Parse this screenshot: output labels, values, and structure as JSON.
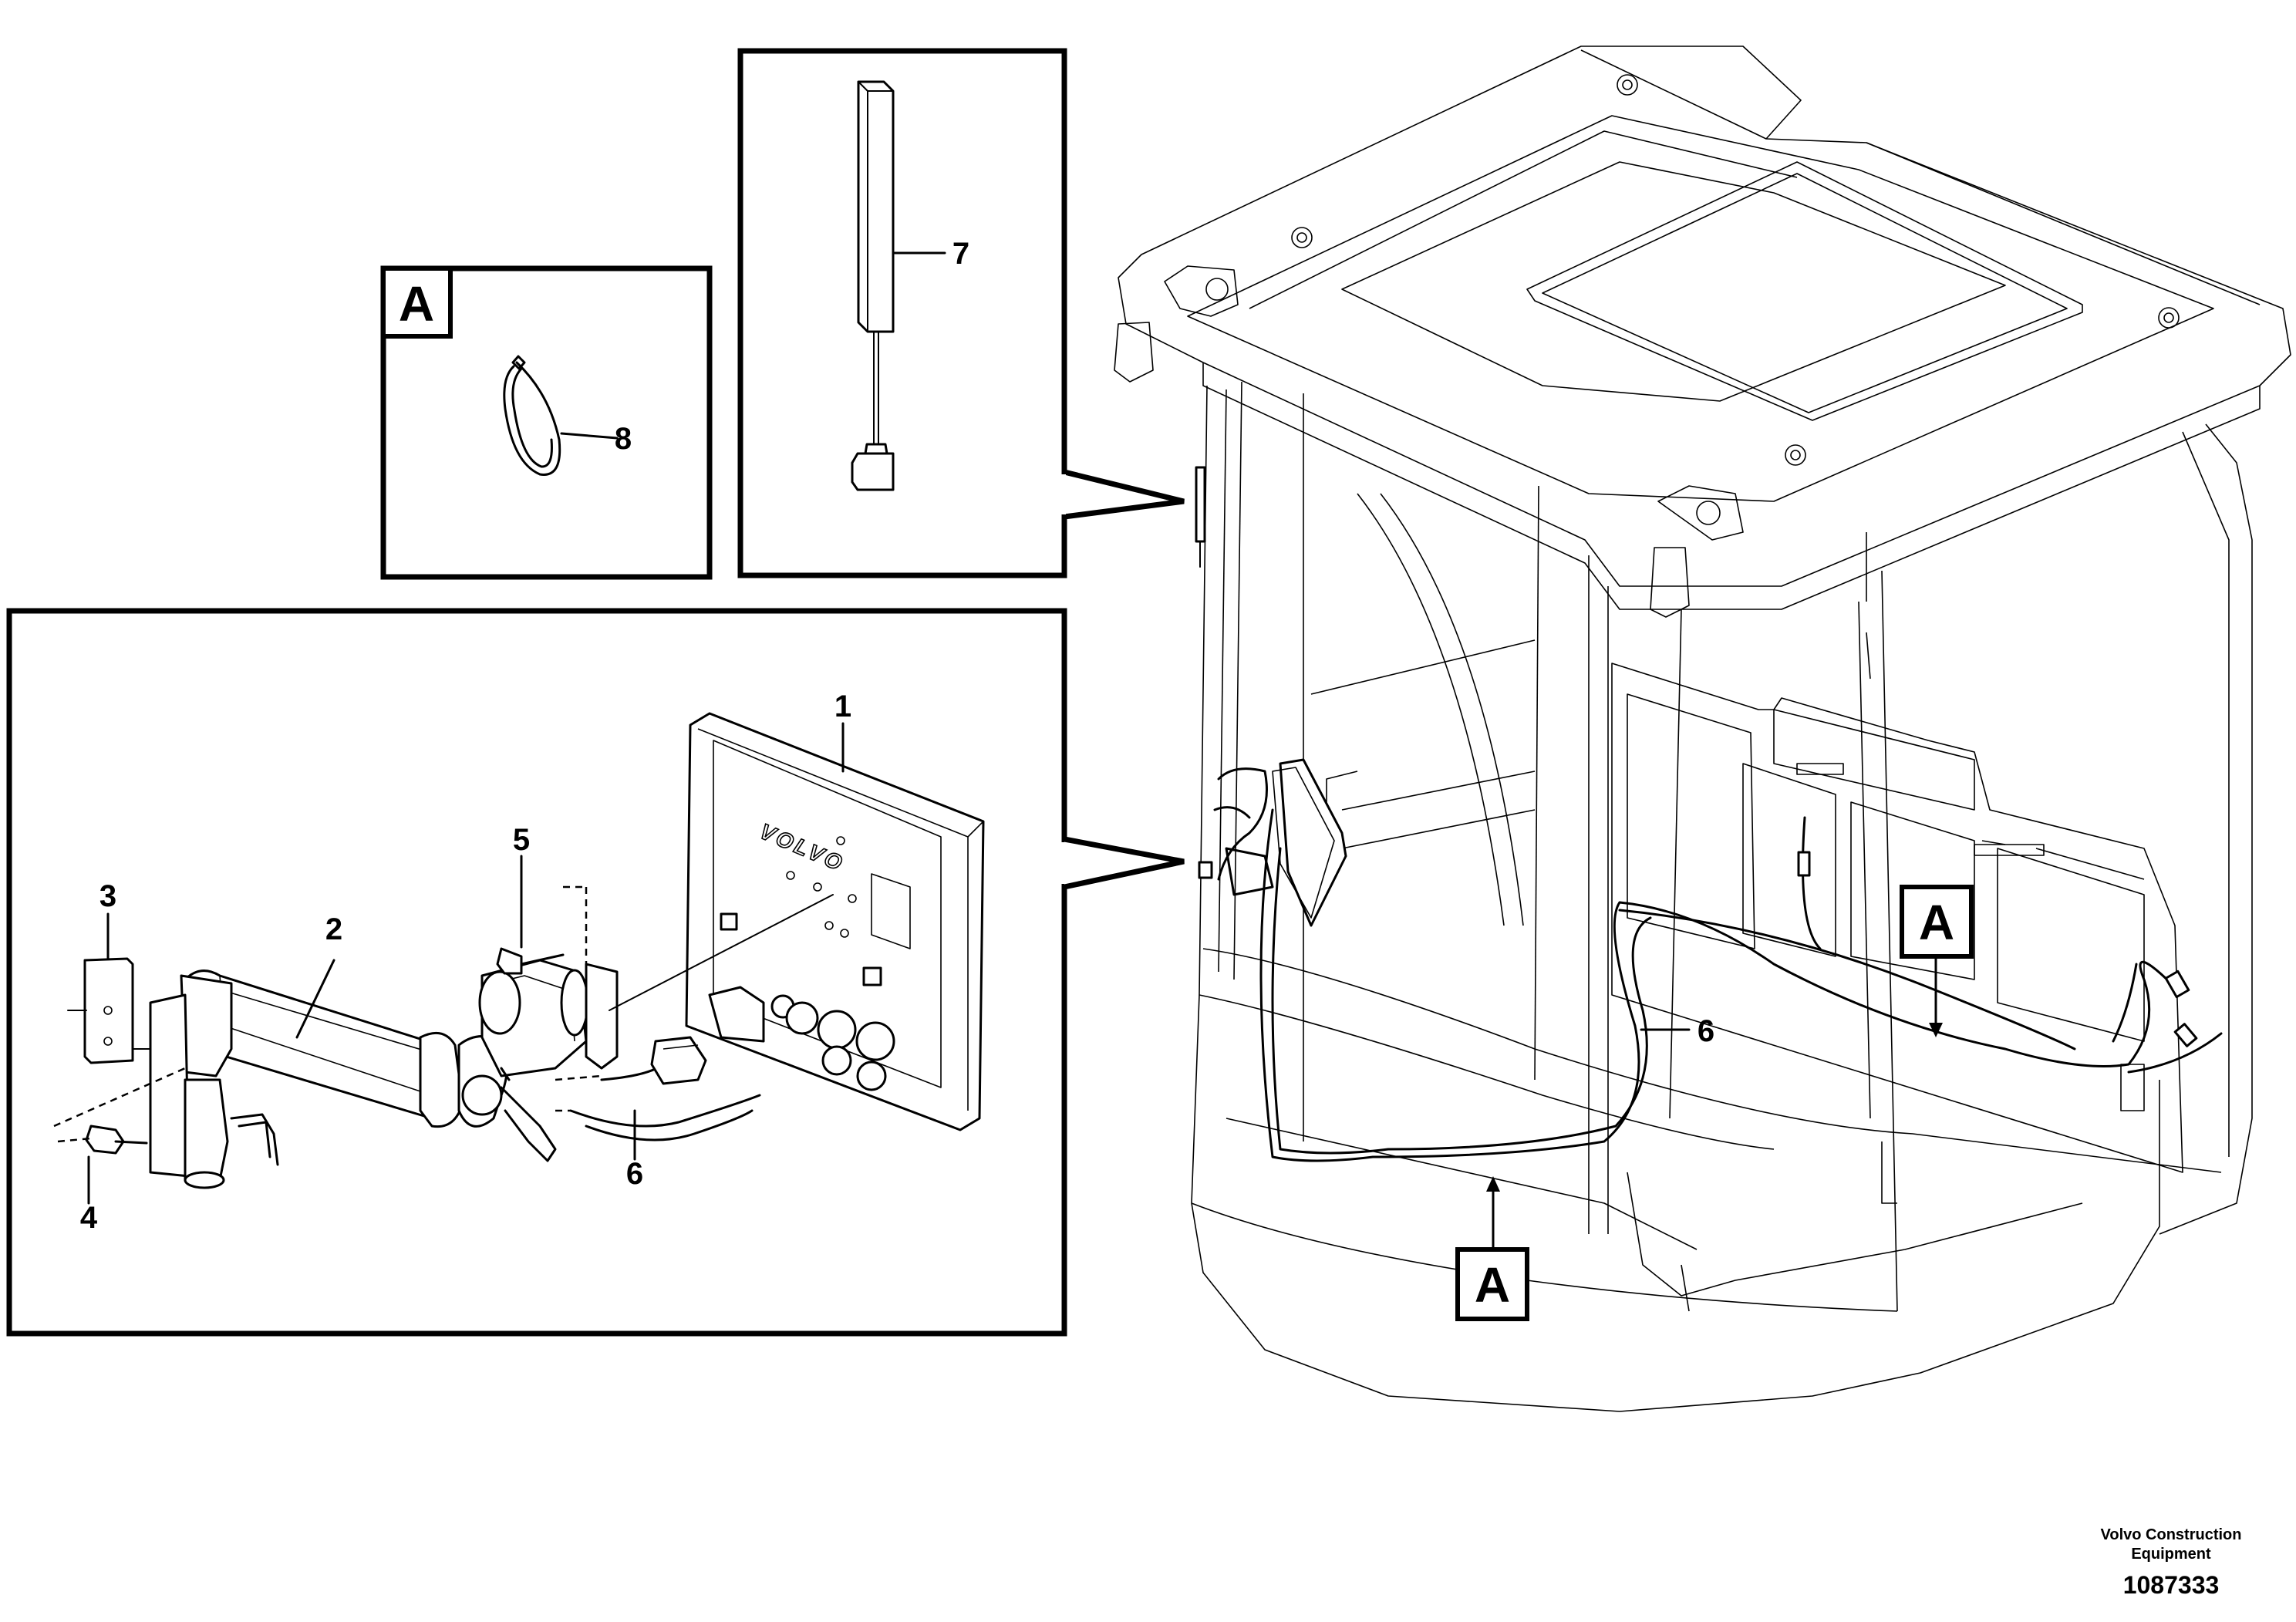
{
  "callouts": {
    "display": "1",
    "arm": "2",
    "plate": "3",
    "screw_lower": "4",
    "screw_upper": "5",
    "harness_detail": "6",
    "antenna": "7",
    "cable_tie": "8",
    "harness_cab": "6"
  },
  "section_marks": {
    "detail_box": "A",
    "harness_upper": "A",
    "harness_lower": "A"
  },
  "display_brand": "VOLVO",
  "footer": {
    "company_line1": "Volvo Construction",
    "company_line2": "Equipment",
    "drawing_number": "1087333"
  }
}
